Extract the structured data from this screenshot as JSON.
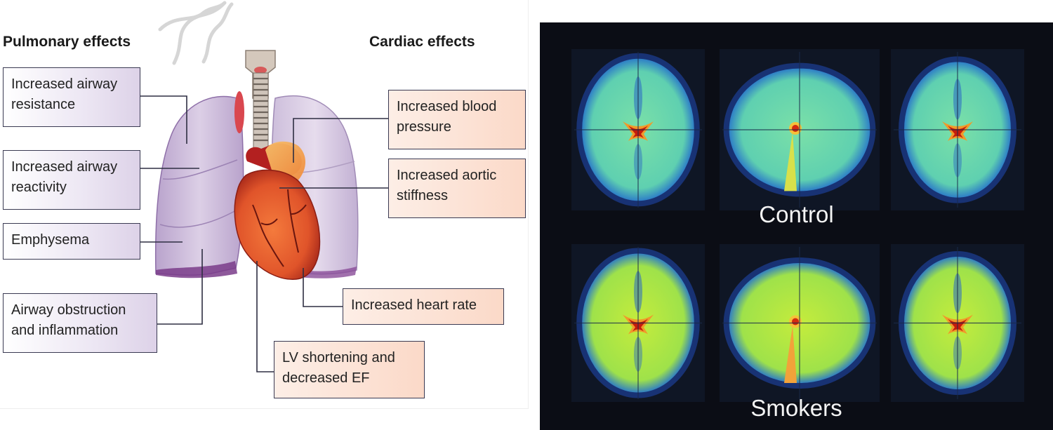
{
  "left": {
    "pulmonary_heading": "Pulmonary effects",
    "cardiac_heading": "Cardiac effects",
    "pulmonary_labels": [
      {
        "line1": "Increased airway",
        "line2": "resistance"
      },
      {
        "line1": "Increased airway",
        "line2": "reactivity"
      },
      {
        "line1": "Emphysema",
        "line2": ""
      },
      {
        "line1": "Airway obstruction",
        "line2": "and inflammation"
      }
    ],
    "cardiac_labels": [
      {
        "line1": "Increased blood",
        "line2": "pressure"
      },
      {
        "line1": "Increased aortic",
        "line2": "stiffness"
      },
      {
        "line1": "Increased heart rate",
        "line2": ""
      },
      {
        "line1": "LV shortening and",
        "line2": "decreased EF"
      }
    ]
  },
  "right": {
    "control_label": "Control",
    "smokers_label": "Smokers"
  },
  "colors": {
    "pulmonary_box": "#e6dcef",
    "cardiac_box": "#fbd9c8",
    "box_border": "#3a3a52",
    "scan_background": "#0b0d15",
    "heart": "#e0542a",
    "lung": "#c4afd4"
  }
}
